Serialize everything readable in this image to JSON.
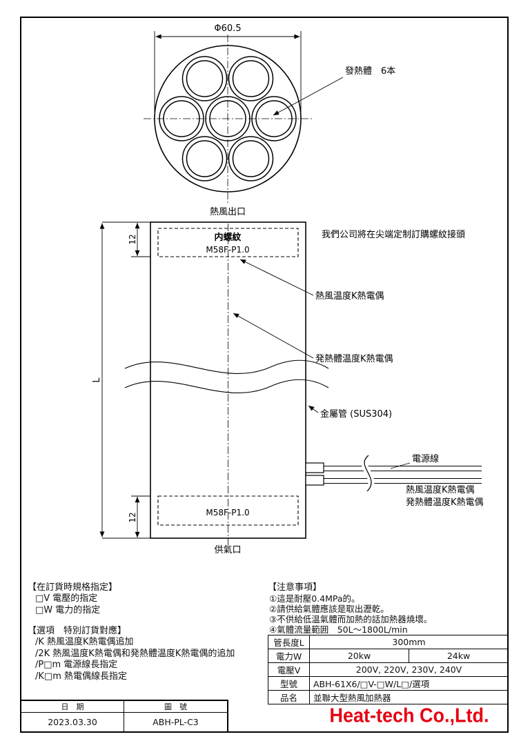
{
  "top_view": {
    "diameter": "Φ60.5",
    "heater_callout": "發熱體　6本"
  },
  "front_view": {
    "outlet": "熱風出口",
    "inlet": "供氣口",
    "thread_title": "内螺紋",
    "thread_spec_top": "M58F-P1.0",
    "thread_spec_bottom": "M58F-P1.0",
    "dim_top": "12",
    "dim_bottom": "12",
    "dim_length": "L",
    "tip_note": "我們公司將在尖端定制訂購螺紋接頭",
    "tc_air": "熱風温度K熱電偶",
    "tc_heater": "発熱體温度K熱電偶",
    "tube_material": "金屬管 (SUS304)",
    "power_cable": "電源線",
    "wire_tc_air": "熱風温度K熱電偶",
    "wire_tc_heater": "発熱體温度K熱電偶"
  },
  "order_spec": {
    "title": "【在訂貨時規格指定】",
    "items": [
      "□V 電壓的指定",
      "□W 電力的指定"
    ]
  },
  "options": {
    "title": "【選項　特別訂貨對應】",
    "items": [
      "/K 熱風温度K熱電偶追加",
      "/2K 熱風温度K熱電偶和発熱體温度K熱電偶的追加",
      "/P□m 電源線長指定",
      "/K□m 熱電偶線長指定"
    ]
  },
  "notes": {
    "title": "【注意事項】",
    "items": [
      "①這是耐壓0.4MPa的。",
      "②請供給氣體應該是取出瀝乾。",
      "③不供給低温氣體而加熱的話加熱器燒壞。",
      "④氣體流量範囲　50L〜1800L/min"
    ]
  },
  "spec_table": {
    "tube_length_label": "管長度L",
    "tube_length_value": "300mm",
    "power_label": "電力W",
    "power_value_1": "20kw",
    "power_value_2": "24kw",
    "voltage_label": "電壓V",
    "voltage_value": "200V, 220V, 230V, 240V",
    "model_label": "型號",
    "model_value": "ABH-61X6/□V-□W/L□/選項",
    "product_label": "品名",
    "product_value": "並聯大型熱風加熱器"
  },
  "title_block": {
    "date_label": "日　期",
    "dwg_no_label": "圖　號",
    "date": "2023.03.30",
    "dwg_no": "ABH-PL-C3"
  },
  "footer": {
    "company": "Heat-tech Co.,Ltd.",
    "company_color": "#e60012"
  }
}
